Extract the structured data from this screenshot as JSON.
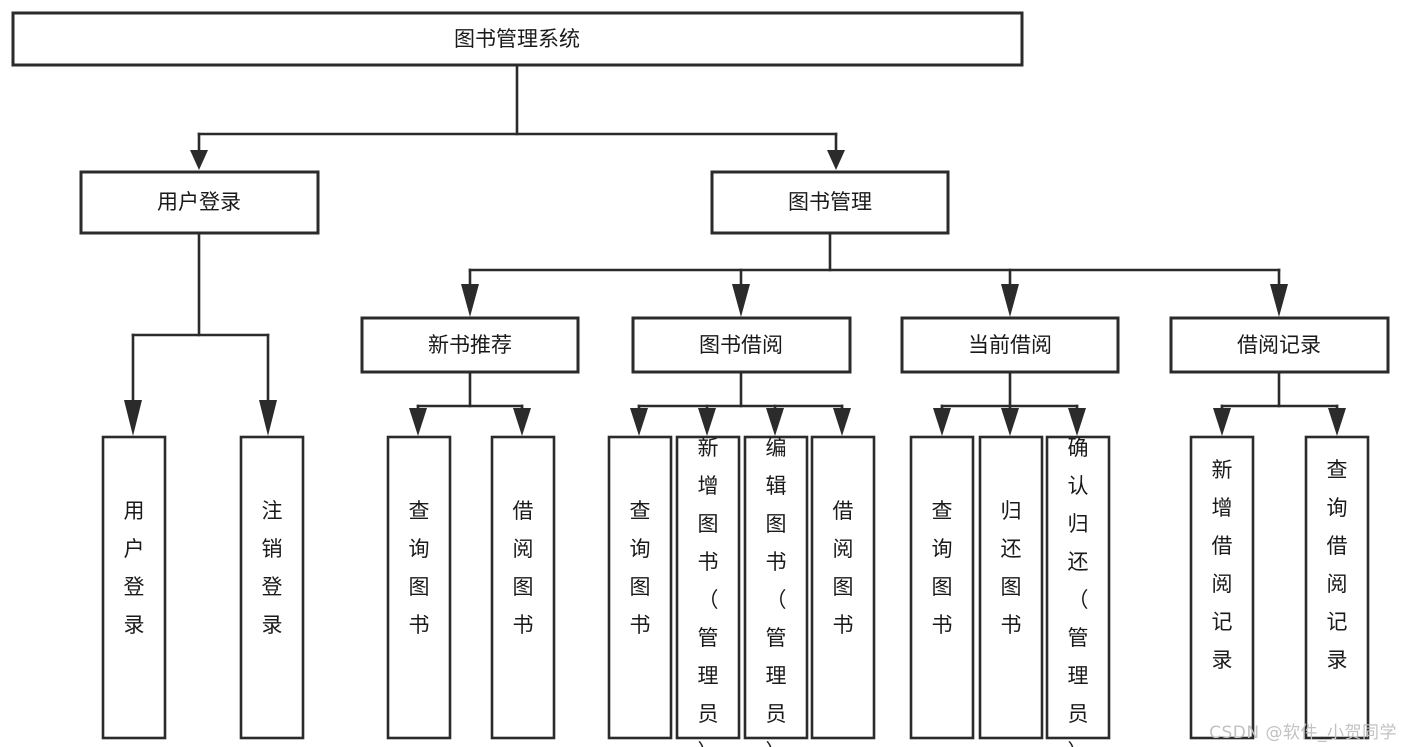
{
  "diagram": {
    "title": "图书管理系统",
    "watermark": "CSDN @软件_小贺同学",
    "colors": {
      "stroke": "#2b2b2b",
      "fill": "#ffffff",
      "text": "#1a1a1a",
      "watermark": "#c2c2c2"
    },
    "root": {
      "label": "图书管理系统"
    },
    "level2": [
      {
        "label": "用户登录"
      },
      {
        "label": "图书管理"
      }
    ],
    "level3": [
      {
        "label": "新书推荐"
      },
      {
        "label": "图书借阅"
      },
      {
        "label": "当前借阅"
      },
      {
        "label": "借阅记录"
      }
    ],
    "leaves": {
      "user_login": [
        {
          "label": "用户登录"
        },
        {
          "label": "注销登录"
        }
      ],
      "new_book_rec": [
        {
          "label": "查询图书"
        },
        {
          "label": "借阅图书"
        }
      ],
      "book_borrow": [
        {
          "label": "查询图书"
        },
        {
          "label": "新增图书（管理员）"
        },
        {
          "label": "编辑图书（管理员）"
        },
        {
          "label": "借阅图书"
        }
      ],
      "current_borrow": [
        {
          "label": "查询图书"
        },
        {
          "label": "归还图书"
        },
        {
          "label": "确认归还（管理员）"
        }
      ],
      "borrow_record": [
        {
          "label": "新增借阅记录"
        },
        {
          "label": "查询借阅记录"
        }
      ]
    }
  }
}
